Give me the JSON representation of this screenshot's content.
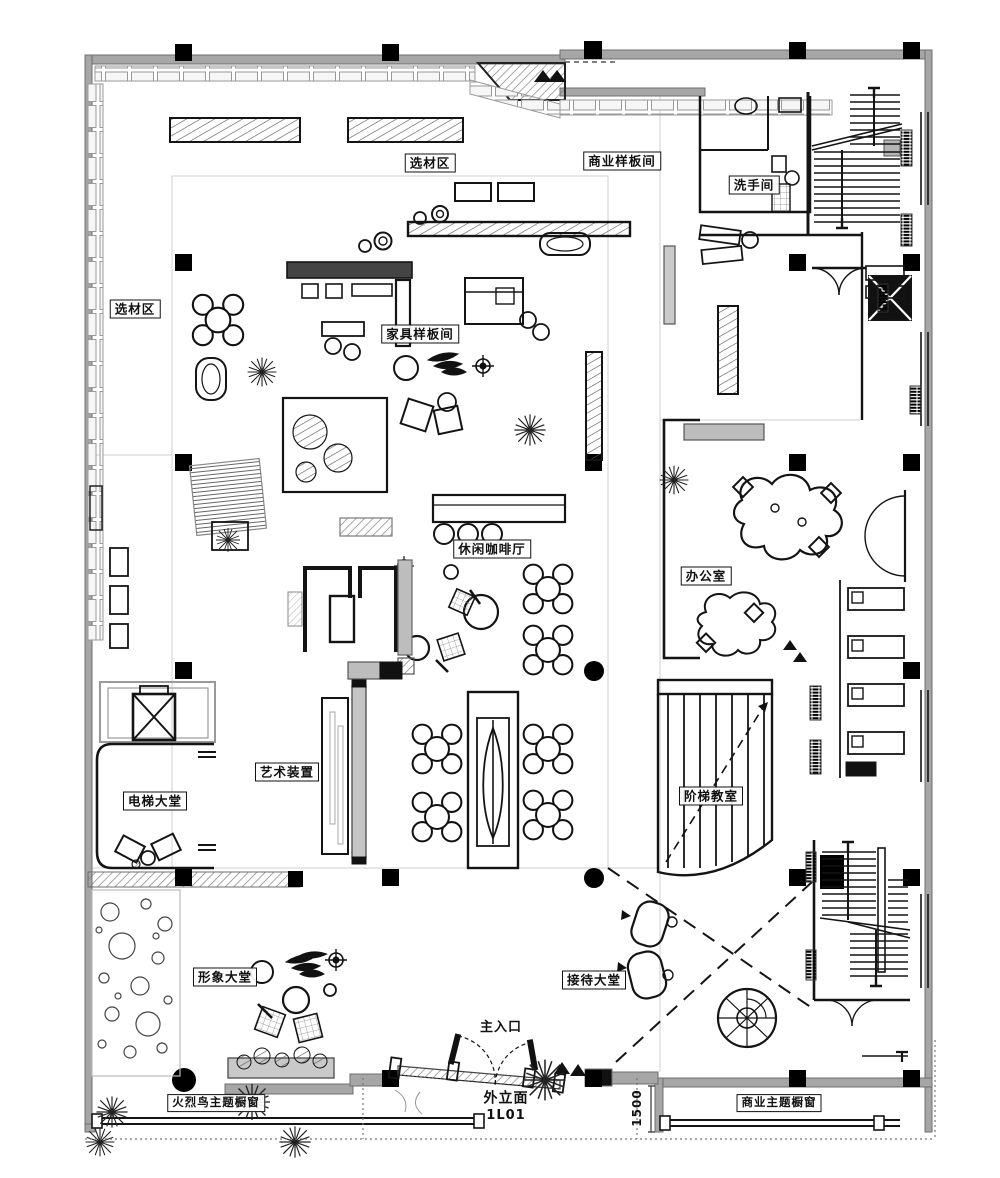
{
  "drawing": {
    "rooms": {
      "material_area_top": "选材区",
      "commercial_model_room": "商业样板间",
      "washroom": "洗手间",
      "material_area_left": "选材区",
      "furniture_model_room": "家具样板间",
      "cafe": "休闲咖啡厅",
      "office": "办公室",
      "art_installation": "艺术装置",
      "elevator_lobby": "电梯大堂",
      "lecture_hall": "阶梯教室",
      "image_lobby": "形象大堂",
      "reception_lobby": "接待大堂",
      "flamingo_window": "火烈鸟主题橱窗",
      "commercial_window": "商业主题橱窗"
    },
    "annotations": {
      "main_entrance": "主入口",
      "facade": "外立面",
      "facade_code": "1L01",
      "dimension_1500": "1500"
    },
    "colors": {
      "wall_gray": "#a6a6a6",
      "line_black": "#141414",
      "light_gray": "#d6d6d6",
      "hatch_gray": "#8a8a8a"
    }
  }
}
